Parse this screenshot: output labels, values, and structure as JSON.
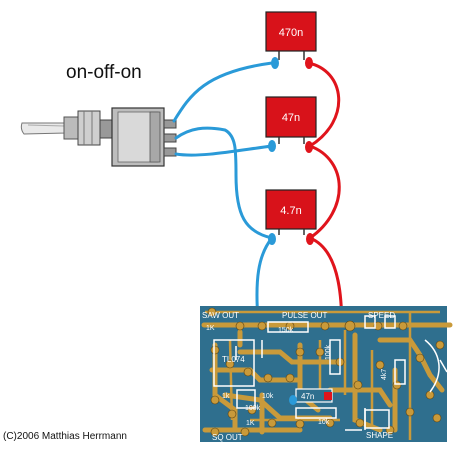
{
  "diagram": {
    "switch_label": "on-off-on",
    "copyright": "(C)2006 Matthias Herrmann",
    "capacitors": [
      {
        "id": "c1",
        "value": "470n"
      },
      {
        "id": "c2",
        "value": "47n"
      },
      {
        "id": "c3",
        "value": "4.7n"
      }
    ],
    "pcb": {
      "labels": {
        "saw_out": "SAW OUT",
        "pulse_out": "PULSE OUT",
        "speed": "SPEED",
        "shape": "SHAPE",
        "sq_out": "SQ OUT",
        "ic": "TL074",
        "r1": "1K",
        "r2": "150k",
        "r3": "100k",
        "r4": "10k",
        "r5": "10k",
        "r6": "1k",
        "r7": "100k",
        "r8": "1K",
        "r9": "4k7",
        "cap": "47n"
      }
    },
    "colors": {
      "capacitor": "#d8121a",
      "blue_wire": "#2a9ad8",
      "red_wire": "#e0141c",
      "pcb_bg": "#2f6f8e",
      "pcb_trace": "#c99a3a"
    }
  }
}
